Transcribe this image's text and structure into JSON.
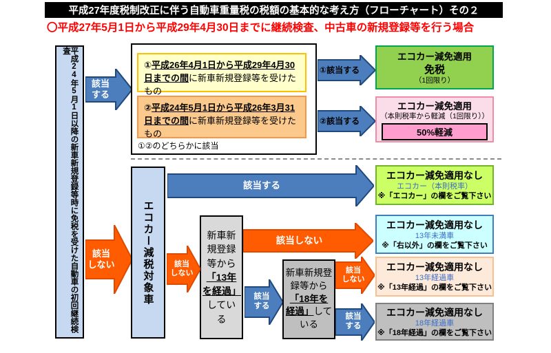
{
  "header": {
    "title": "平成27年度税制改正に伴う自動車重量税の税額の基本的な考え方（フローチャート）その２",
    "subtitle": "〇平成27年5月1日から平成29年4月30日までに継続検査、中古車の新規登録等を行う場合"
  },
  "nodes": {
    "start": {
      "text": "平成24年5月1日以降の新車新規登録等時に免税を受けた自動車の初回継続検査"
    },
    "period_group": {
      "option1": {
        "marker": "①",
        "period": "平成26年4月1日から平成29年4月30日までの間",
        "rest": "に新車新規登録等を受けたもの"
      },
      "option2": {
        "marker": "②",
        "period": "平成24年5月1日から平成26年3月31日までの間",
        "rest": "に新車新規登録等を受けたもの"
      },
      "caption": "①②のどちらかに該当"
    },
    "eco_target": {
      "text": "エコカー減税対象車"
    },
    "check13": {
      "pre": "新車新規登録等から",
      "em": "「13年を経過」",
      "post": "している"
    },
    "check18": {
      "pre": "新車新規登録等から",
      "em": "「18年を経過」",
      "post": "している"
    },
    "result_exempt": {
      "line1": "エコカー減免適用",
      "line2": "免税",
      "line3": "（1回限り）"
    },
    "result_reduced": {
      "line1": "エコカー減免適用",
      "line2": "（本則税率から軽減（1回限り））",
      "badge": "50%軽減"
    },
    "result_eco_none": {
      "line1": "エコカー減免適用なし",
      "line2": "エコカー（本則税率）",
      "line3": "※「エコカー」の欄をご覧下さい"
    },
    "result_under13": {
      "line1": "エコカー減免適用なし",
      "line2": "13年未満車",
      "line3": "※「右以外」の欄をご覧下さい"
    },
    "result_over13": {
      "line1": "エコカー減免適用なし",
      "line2": "13年経過車",
      "line3": "※「13年経過」の欄をご覧下さい"
    },
    "result_over18": {
      "line1": "エコカー減免適用なし",
      "line2": "18年経過車",
      "line3": "※「18年経過」の欄をご覧下さい"
    }
  },
  "arrows": {
    "applies_two_line": "該当\nする",
    "not_applies_two_line": "該当\nしない",
    "option1_applies": "①該当する",
    "option2_applies": "②該当する",
    "applies_long": "該当する",
    "not_applies_long": "該当しない"
  },
  "colors": {
    "arrow_blue": "#4C7EBD",
    "arrow_orange": "#FF5B00",
    "box_light_blue": "#C6D9F0",
    "box_yellow": "#FFFFCC",
    "box_orange": "#FBC98B",
    "box_green": "#92D050",
    "box_pink": "#FBDCE9",
    "badge_pink": "#FF9ECE",
    "result_lime": "#CCFF66",
    "result_cyan": "#CCFFFF",
    "result_peach": "#FDEADA",
    "result_gray": "#BFBFBF",
    "accent_text_blue": "#3B6CC5",
    "title_red": "#FF0000"
  }
}
